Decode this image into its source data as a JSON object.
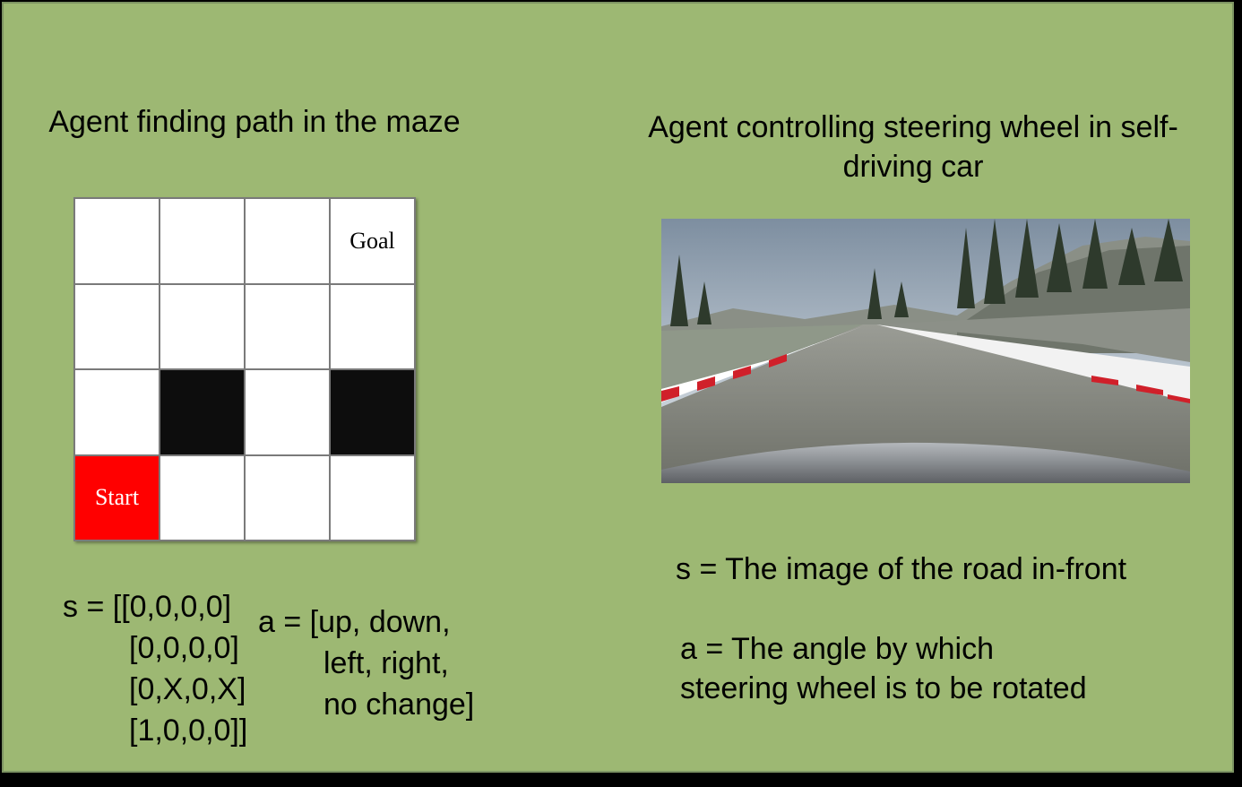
{
  "left": {
    "title": "Agent finding path in the maze",
    "maze": {
      "cells": [
        {
          "label": "",
          "type": "open"
        },
        {
          "label": "",
          "type": "open"
        },
        {
          "label": "",
          "type": "open"
        },
        {
          "label": "Goal",
          "type": "goal"
        },
        {
          "label": "",
          "type": "open"
        },
        {
          "label": "",
          "type": "open"
        },
        {
          "label": "",
          "type": "open"
        },
        {
          "label": "",
          "type": "open"
        },
        {
          "label": "",
          "type": "open"
        },
        {
          "label": "",
          "type": "blocked"
        },
        {
          "label": "",
          "type": "open"
        },
        {
          "label": "",
          "type": "blocked"
        },
        {
          "label": "Start",
          "type": "start"
        },
        {
          "label": "",
          "type": "open"
        },
        {
          "label": "",
          "type": "open"
        },
        {
          "label": "",
          "type": "open"
        }
      ]
    },
    "state_lines": [
      "s = [[0,0,0,0]",
      "[0,0,0,0]",
      "[0,X,0,X]",
      "[1,0,0,0]]"
    ],
    "action_lines": [
      "a = [up, down,",
      "left, right,",
      "no change]"
    ]
  },
  "right": {
    "title": "Agent controlling steering wheel in self-driving car",
    "image": "road view from self-driving car",
    "state_text": "s = The image of the road in-front",
    "action_lines": [
      "a = The angle by which",
      "steering wheel is to be rotated"
    ]
  },
  "colors": {
    "background": "#9db873",
    "start": "#ff0000",
    "blocked": "#0d0d0d"
  }
}
